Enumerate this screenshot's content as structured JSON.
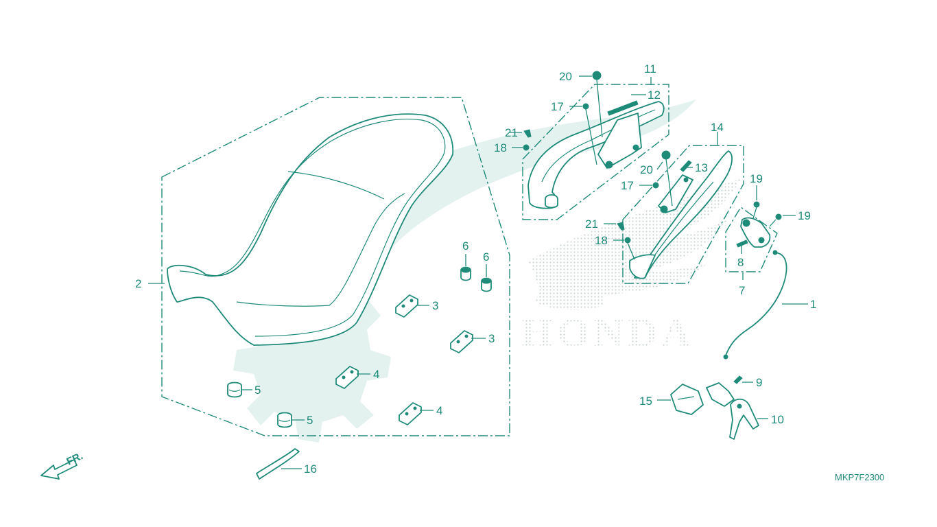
{
  "diagram": {
    "code": "MKP7F2300",
    "front_marker": "FR.",
    "watermark_text": "HONDA",
    "accent_color": "#1e8a78"
  },
  "callouts": {
    "c1": "1",
    "c2": "2",
    "c3a": "3",
    "c3b": "3",
    "c4a": "4",
    "c4b": "4",
    "c5a": "5",
    "c5b": "5",
    "c6a": "6",
    "c6b": "6",
    "c7": "7",
    "c8": "8",
    "c9": "9",
    "c10": "10",
    "c11": "11",
    "c12": "12",
    "c13": "13",
    "c14": "14",
    "c15": "15",
    "c16": "16",
    "c17a": "17",
    "c17b": "17",
    "c18a": "18",
    "c18b": "18",
    "c19a": "19",
    "c19b": "19",
    "c20a": "20",
    "c20b": "20",
    "c21a": "21",
    "c21b": "21"
  }
}
